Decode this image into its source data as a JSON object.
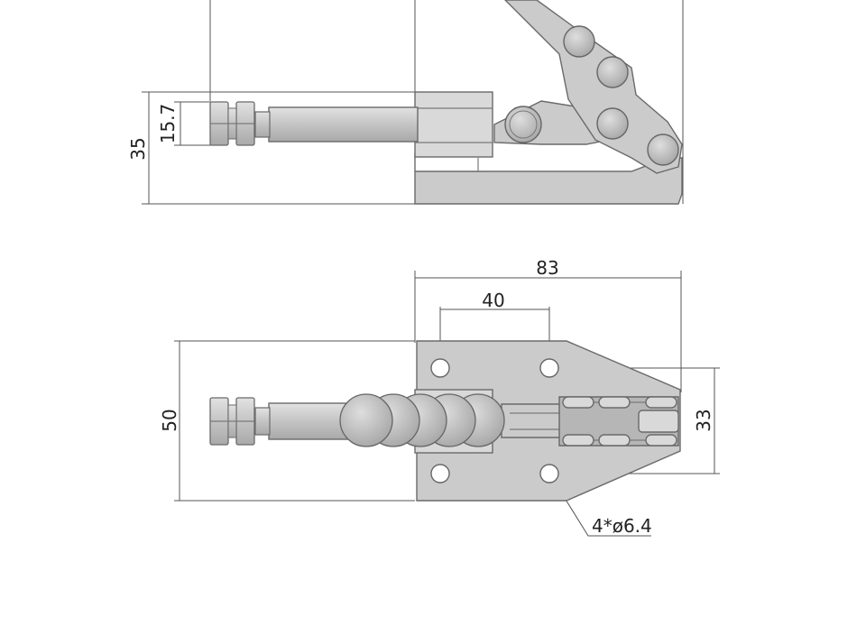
{
  "side_view": {
    "height_dim": "35",
    "knob_dim": "15.7"
  },
  "top_view": {
    "overall_length_dim": "83",
    "hole_spacing_dim": "40",
    "width_dim": "50",
    "hole_pitch_dim": "33",
    "hole_callout": "4*ø6.4"
  },
  "colors": {
    "part_fill": "#cbcbcb",
    "part_outline": "#6a6a6a",
    "dimension_line": "#555555"
  }
}
